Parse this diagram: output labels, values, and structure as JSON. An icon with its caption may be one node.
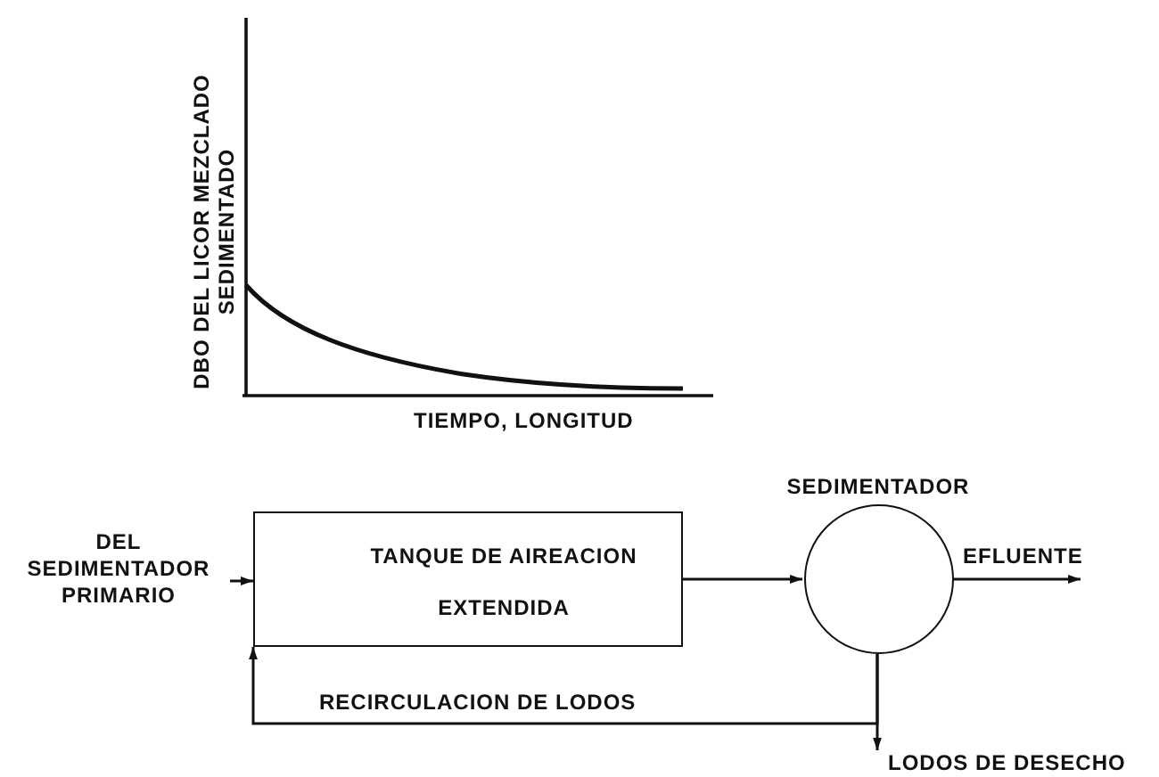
{
  "diagram": {
    "nodes": [
      {
        "text": [
          "DEL SEDIMENTADOR PRIMARIO"
        ]
      },
      {
        "text": [
          "TANQUE DE AIREACION",
          "EXTENDIDA"
        ]
      },
      {
        "text": [
          "SEDIMENTADOR"
        ]
      },
      {
        "text": [
          "LODOS DE DESECHO"
        ]
      }
    ],
    "edges": [
      {
        "from": 0,
        "to": 1,
        "arrow": "to"
      },
      {
        "from": 1,
        "to": 2,
        "arrow": "to"
      },
      {
        "from": 2,
        "to": null,
        "arrow": "to",
        "label": "EFLUENTE"
      },
      {
        "from": 2,
        "to": 1,
        "arrow": "to",
        "label": "RECIRCULACION DE LODOS"
      },
      {
        "from": 2,
        "to": 3,
        "arrow": "to"
      }
    ],
    "labels": [
      "DBO DEL LICOR MEZCLADO SEDIMENTADO",
      "TIEMPO, LONGITUD"
    ]
  }
}
